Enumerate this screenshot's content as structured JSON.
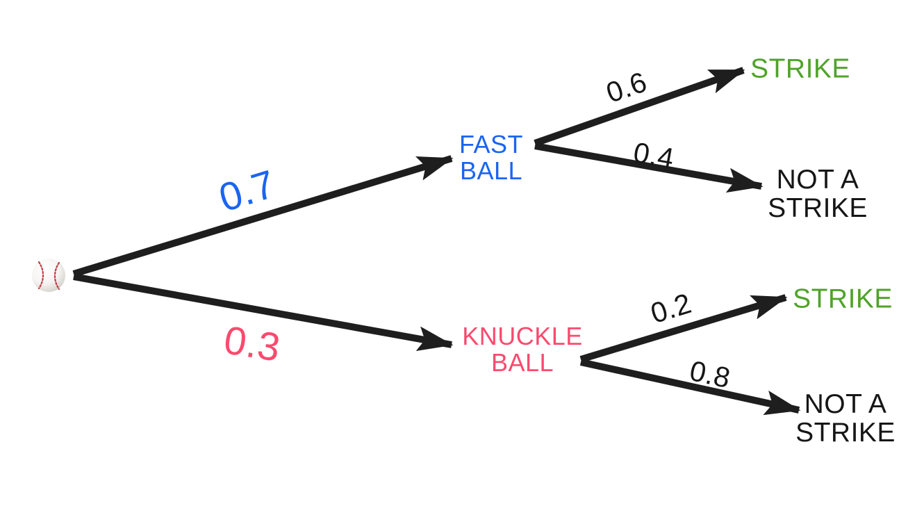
{
  "diagram": {
    "type": "probability-tree",
    "subject": "baseball pitch outcomes",
    "root": {
      "icon": "baseball"
    },
    "branches": [
      {
        "id": "fast-ball",
        "probability": "0.7",
        "label_lines": [
          "FAST",
          "BALL"
        ],
        "color": "#1b64f2",
        "children": [
          {
            "id": "fastball-strike",
            "probability": "0.6",
            "outcome_lines": [
              "STRIKE"
            ],
            "color": "#4fa32a"
          },
          {
            "id": "fastball-not-a-strike",
            "probability": "0.4",
            "outcome_lines": [
              "NOT A",
              "STRIKE"
            ],
            "color": "#161616"
          }
        ]
      },
      {
        "id": "knuckle-ball",
        "probability": "0.3",
        "label_lines": [
          "KNUCKLE",
          "BALL"
        ],
        "color": "#fa4a6e",
        "children": [
          {
            "id": "knuckleball-strike",
            "probability": "0.2",
            "outcome_lines": [
              "STRIKE"
            ],
            "color": "#4fa32a"
          },
          {
            "id": "knuckleball-not-a-strike",
            "probability": "0.8",
            "outcome_lines": [
              "NOT A",
              "STRIKE"
            ],
            "color": "#161616"
          }
        ]
      }
    ],
    "colors": {
      "branch_line": "#1e1e1e",
      "fastball_blue": "#1b64f2",
      "knuckleball_pink": "#fa4a6e",
      "strike_green": "#4fa32a",
      "text_black": "#161616",
      "ball_stitch": "#c23b45"
    }
  }
}
